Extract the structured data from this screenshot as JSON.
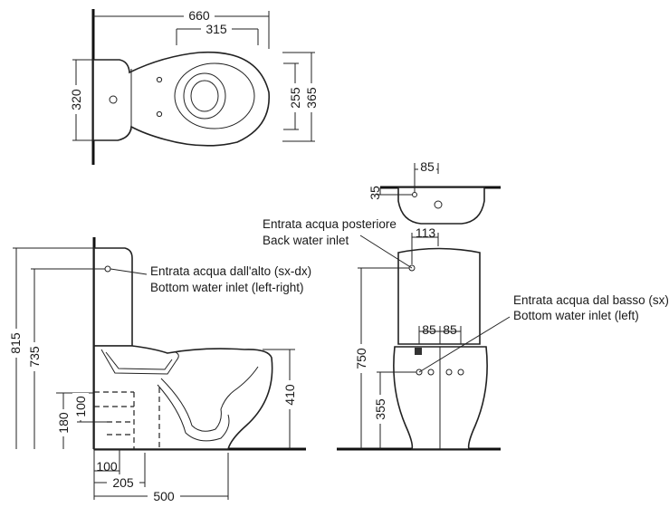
{
  "top_view": {
    "dim_total_length": "660",
    "dim_seat_spacing": "315",
    "dim_width": "320",
    "dim_inner_width": "255",
    "dim_outer_width": "365"
  },
  "tank_top_view": {
    "dim_hole_spacing": "85",
    "dim_hole_offset": "35"
  },
  "side_view": {
    "dim_total_height": "815",
    "dim_inlet_height": "735",
    "dim_outlet_height": "180",
    "dim_pipe_height": "100",
    "dim_rim_height": "410",
    "dim_bottom_a": "100",
    "dim_bottom_b": "205",
    "dim_bottom_c": "500",
    "inlet_top_it": "Entrata acqua dall'alto (sx-dx)",
    "inlet_top_en": "Bottom water inlet (left-right)"
  },
  "front_view": {
    "dim_tank_width": "113",
    "dim_tank_height": "750",
    "dim_inlet_low": "355",
    "dim_hole_left": "85",
    "dim_hole_right": "85",
    "inlet_rear_it": "Entrata acqua posteriore",
    "inlet_rear_en": "Back water inlet",
    "inlet_bottom_it": "Entrata acqua dal basso (sx)",
    "inlet_bottom_en": "Bottom water inlet (left)"
  }
}
